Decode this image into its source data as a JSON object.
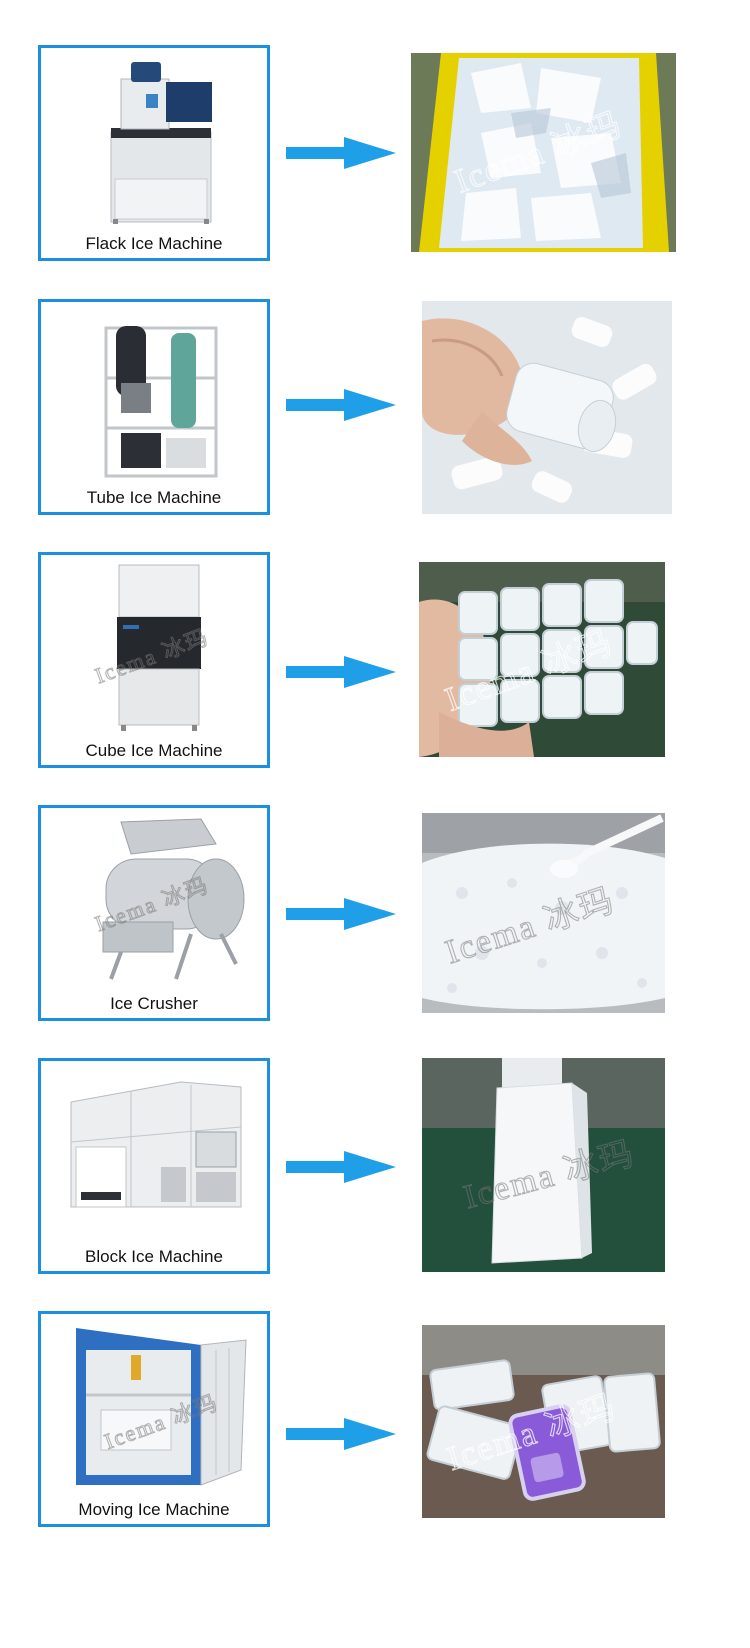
{
  "colors": {
    "frame_border": "#1b8fe0",
    "arrow": "#1f9fe8",
    "label_text": "#111111"
  },
  "watermark": "Icema 冰玛",
  "rows": [
    {
      "machine_label": "Flack Ice Machine",
      "machine_icon": "flake-ice-machine-icon",
      "product": "flake-ice-photo"
    },
    {
      "machine_label": "Tube Ice Machine",
      "machine_icon": "tube-ice-machine-icon",
      "product": "tube-ice-photo"
    },
    {
      "machine_label": "Cube Ice Machine",
      "machine_icon": "cube-ice-machine-icon",
      "product": "cube-ice-photo"
    },
    {
      "machine_label": "Ice Crusher",
      "machine_icon": "ice-crusher-icon",
      "product": "crushed-ice-photo"
    },
    {
      "machine_label": "Block Ice Machine",
      "machine_icon": "block-ice-machine-icon",
      "product": "block-ice-photo"
    },
    {
      "machine_label": "Moving Ice Machine",
      "machine_icon": "container-ice-machine-icon",
      "product": "moving-block-ice-photo"
    }
  ]
}
